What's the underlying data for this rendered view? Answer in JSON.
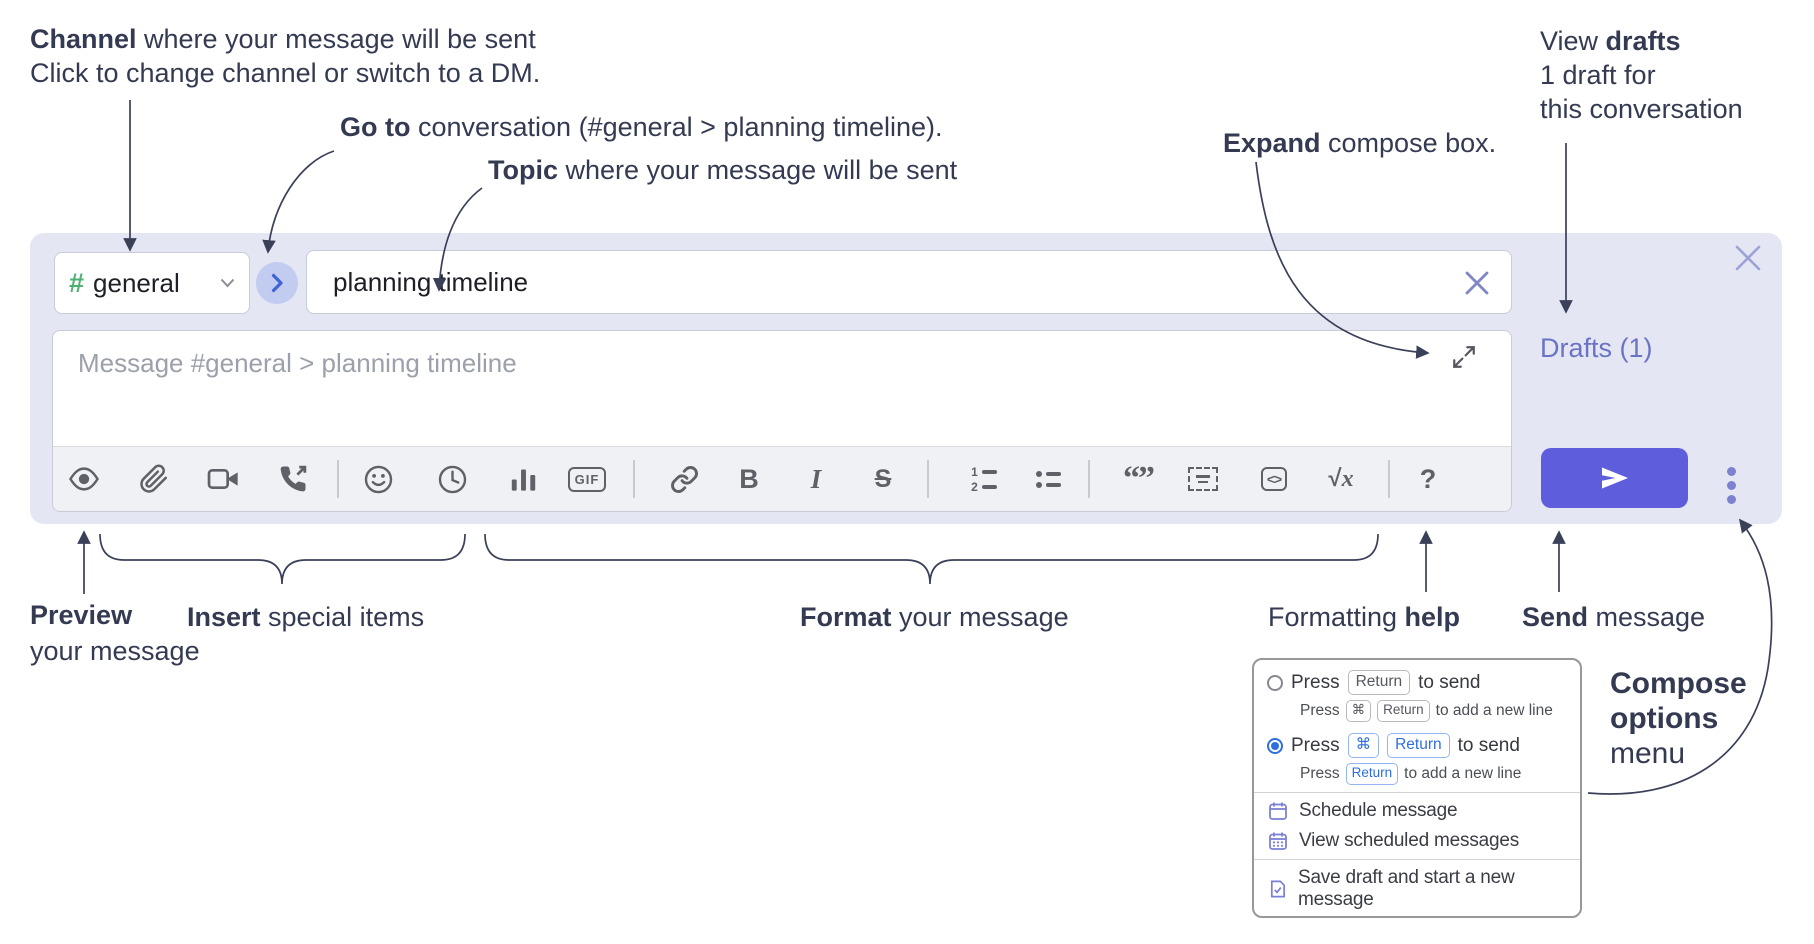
{
  "annotations": {
    "channel": {
      "bold": "Channel",
      "rest": " where your message will be sent",
      "line2": "Click to change channel or switch to a DM."
    },
    "goto": {
      "bold": "Go to",
      "rest": " conversation (#general > planning timeline)."
    },
    "topic": {
      "bold": "Topic",
      "rest": " where your message will be sent"
    },
    "expand": {
      "bold": "Expand",
      "rest": " compose box."
    },
    "drafts": {
      "pre": "View ",
      "bold": "drafts",
      "line2": "1 draft for",
      "line3": "this conversation"
    },
    "preview": {
      "bold": "Preview",
      "line2": "your message"
    },
    "insert": {
      "bold": "Insert",
      "rest": " special items"
    },
    "format": {
      "bold": "Format",
      "rest": " your message"
    },
    "help": {
      "pre": "Formatting ",
      "bold": "help"
    },
    "send": {
      "bold": "Send",
      "rest": " message"
    },
    "compose_options": {
      "line1": "Compose",
      "line2": "options",
      "line3": "menu"
    }
  },
  "compose": {
    "channel_selector": {
      "hash": "#",
      "name": "general"
    },
    "topic_input": {
      "value": "planning timeline"
    },
    "message_input": {
      "placeholder": "Message #general > planning timeline"
    },
    "drafts_link": "Drafts (1)",
    "toolbar": {
      "icons": [
        "preview-icon",
        "attach-icon",
        "video-call-icon",
        "voice-call-icon",
        "emoji-icon",
        "time-icon",
        "poll-icon",
        "gif-icon",
        "link-icon",
        "bold-icon",
        "italic-icon",
        "strikethrough-icon",
        "numbered-list-icon",
        "bulleted-list-icon",
        "quote-icon",
        "spoiler-icon",
        "code-icon",
        "math-icon",
        "help-icon"
      ],
      "gif": "GIF",
      "bold_glyph": "B",
      "italic_glyph": "I",
      "strike_glyph": "S",
      "quote_glyph": "“”",
      "code_glyph": "<>",
      "sqrt_glyph": "√",
      "math_x": "x",
      "help_glyph": "?",
      "ol_num1": "1",
      "ol_num2": "2"
    }
  },
  "popup": {
    "option1": {
      "press": "Press",
      "key": "Return",
      "rest": "to send",
      "sub_press": "Press",
      "sub_key1": "⌘",
      "sub_key2": "Return",
      "sub_rest": "to add a new line"
    },
    "option2": {
      "press": "Press",
      "key1": "⌘",
      "key2": "Return",
      "rest": "to send",
      "sub_press": "Press",
      "sub_key": "Return",
      "sub_rest": "to add a new line"
    },
    "menu": [
      {
        "label": "Schedule message"
      },
      {
        "label": "View scheduled messages"
      },
      {
        "label": "Save draft and start a new message"
      }
    ]
  },
  "colors": {
    "compose_bg": "#e4e6f4",
    "send_button": "#5e5edc",
    "drafts_link": "#6a73c4",
    "channel_hash": "#4fb074",
    "go_chevron": "#3f63d8",
    "selected_radio": "#2e6ee0",
    "menu_icon": "#7b80d6",
    "annotation_text": "#343a52"
  }
}
